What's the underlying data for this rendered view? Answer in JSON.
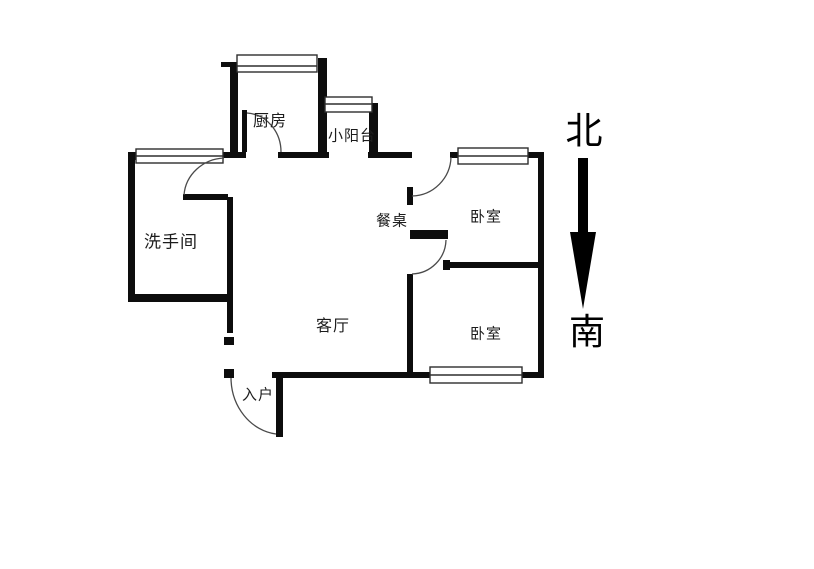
{
  "room_labels": {
    "kitchen": "厨房",
    "balcony": "小阳台",
    "bathroom": "洗手间",
    "dining_table": "餐桌",
    "bedroom_north": "卧室",
    "bedroom_south": "卧室",
    "living_room": "客厅",
    "entrance": "入户"
  },
  "compass": {
    "north_label": "北",
    "south_label": "南"
  },
  "colors": {
    "wall": "#0d0d0d",
    "window_stroke": "#2e2e2e",
    "door_arc": "#4a4a4a",
    "background": "#ffffff"
  }
}
